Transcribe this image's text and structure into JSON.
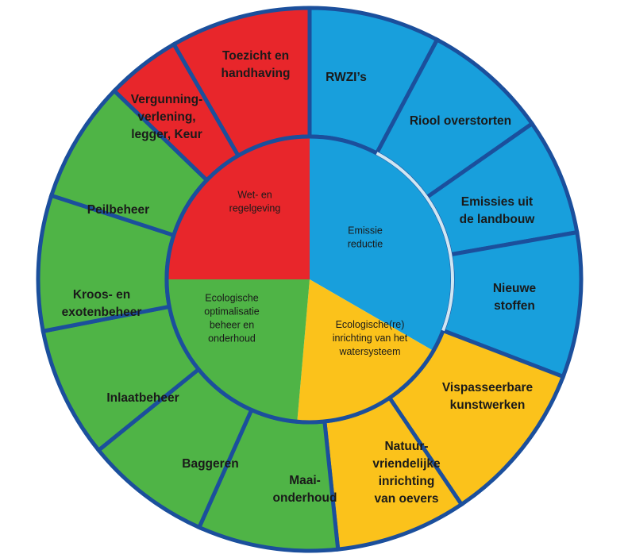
{
  "colors": {
    "red": "#e8262b",
    "blue": "#189fdc",
    "yellow": "#fbc21b",
    "green": "#4fb446",
    "border": "#1b4f9c"
  },
  "inner": [
    {
      "id": "wet",
      "lines": [
        "Wet- en",
        "regelgeving"
      ],
      "color": "red"
    },
    {
      "id": "emissie",
      "lines": [
        "Emissie",
        "reductie"
      ],
      "color": "blue"
    },
    {
      "id": "inrichting",
      "lines": [
        "Ecologische(re)",
        "inrichting van het",
        "watersysteem"
      ],
      "color": "yellow"
    },
    {
      "id": "beheer",
      "lines": [
        "Ecologische",
        "optimalisatie",
        "beheer en",
        "onderhoud"
      ],
      "color": "green"
    }
  ],
  "outer": [
    {
      "id": "toezicht",
      "lines": [
        "Toezicht en",
        "handhaving"
      ],
      "color": "red"
    },
    {
      "id": "rwzi",
      "lines": [
        "RWZI’s"
      ],
      "color": "blue"
    },
    {
      "id": "riool",
      "lines": [
        "Riool overstorten"
      ],
      "color": "blue"
    },
    {
      "id": "landbouw",
      "lines": [
        "Emissies uit",
        "de landbouw"
      ],
      "color": "blue"
    },
    {
      "id": "stoffen",
      "lines": [
        "Nieuwe",
        "stoffen"
      ],
      "color": "blue"
    },
    {
      "id": "vispasseerbare",
      "lines": [
        "Vispasseerbare",
        "kunstwerken"
      ],
      "color": "yellow"
    },
    {
      "id": "oevers",
      "lines": [
        "Natuur-",
        "vriendelijke",
        "inrichting",
        "van  oevers"
      ],
      "color": "yellow"
    },
    {
      "id": "maai",
      "lines": [
        "Maai-",
        "onderhoud"
      ],
      "color": "green"
    },
    {
      "id": "baggeren",
      "lines": [
        "Baggeren"
      ],
      "color": "green"
    },
    {
      "id": "inlaat",
      "lines": [
        "Inlaatbeheer"
      ],
      "color": "green"
    },
    {
      "id": "kroos",
      "lines": [
        "Kroos- en",
        "exotenbeheer"
      ],
      "color": "green"
    },
    {
      "id": "peil",
      "lines": [
        "Peilbeheer"
      ],
      "color": "green"
    },
    {
      "id": "vergunning",
      "lines": [
        "Vergunning-",
        "verlening,",
        "legger, Keur"
      ],
      "color": "red"
    }
  ]
}
